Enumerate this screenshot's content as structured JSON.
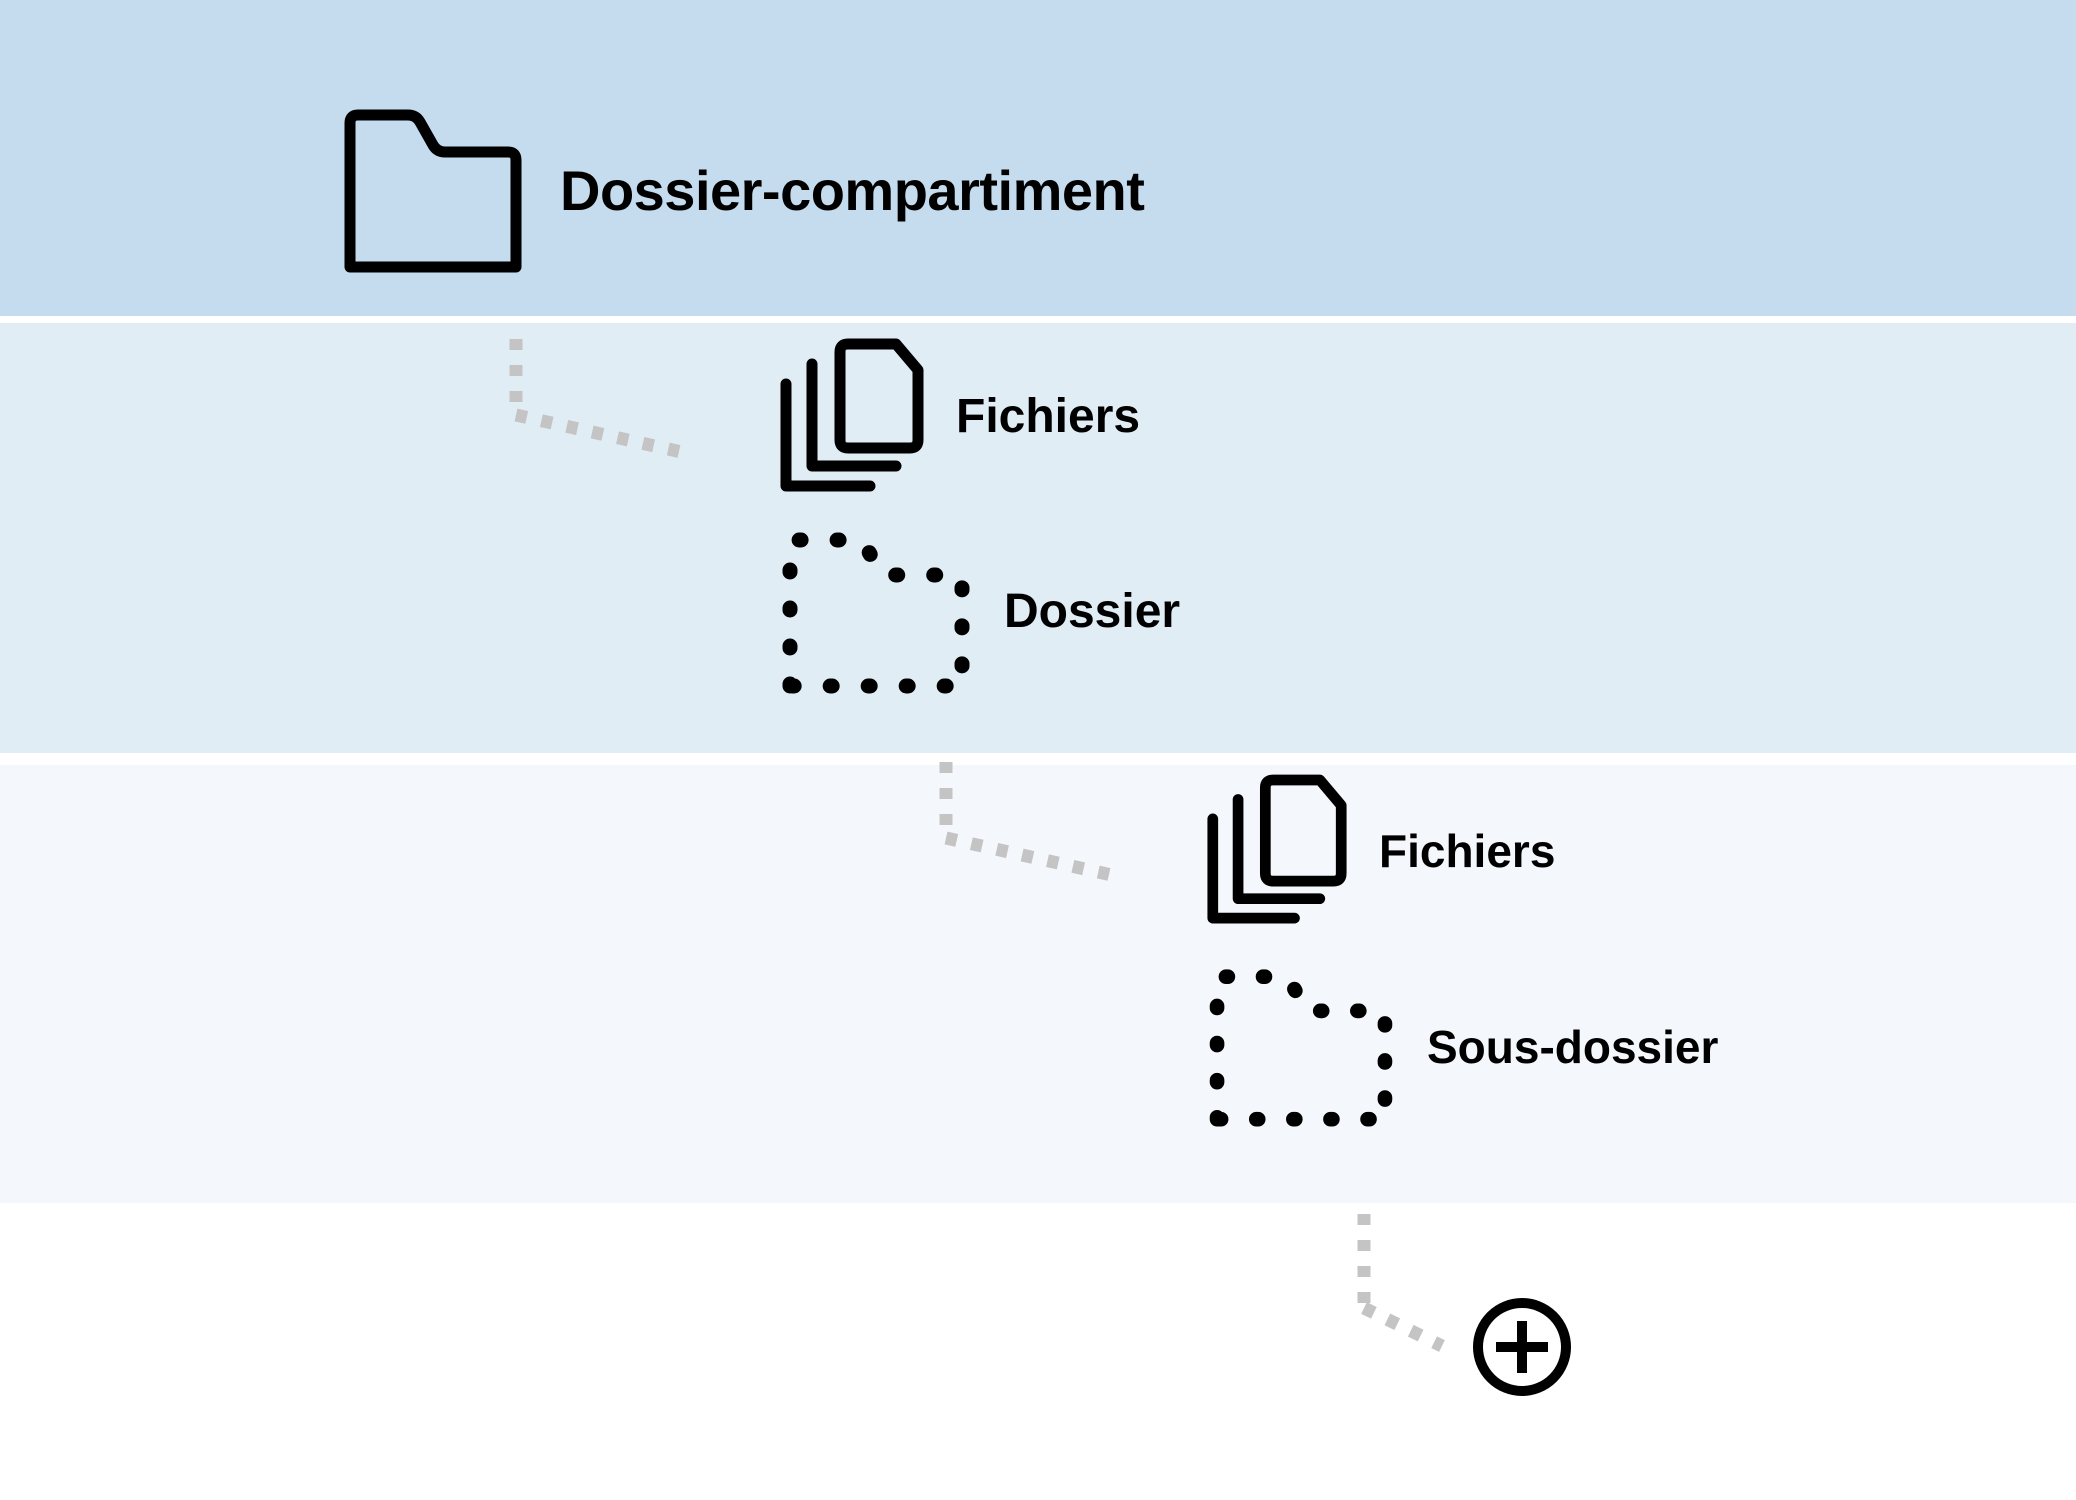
{
  "diagram": {
    "type": "hierarchy-diagram",
    "title": "Dossier-compartiment",
    "levels": [
      {
        "level": 0,
        "band_color": "#c5dbee",
        "nodes": [
          {
            "id": "compartment-folder",
            "label": "Dossier-compartiment",
            "icon": "folder-solid-outline-icon",
            "icon_style": "solid-stroke"
          }
        ]
      },
      {
        "level": 1,
        "band_color": "#e1edf5",
        "nodes": [
          {
            "id": "files-level-1",
            "label": "Fichiers",
            "icon": "documents-stack-icon",
            "icon_style": "solid-stroke"
          },
          {
            "id": "folder-level-1",
            "label": "Dossier",
            "icon": "folder-dashed-icon",
            "icon_style": "dashed-stroke"
          }
        ]
      },
      {
        "level": 2,
        "band_color": "#f4f7fc",
        "nodes": [
          {
            "id": "files-level-2",
            "label": "Fichiers",
            "icon": "documents-stack-icon",
            "icon_style": "solid-stroke"
          },
          {
            "id": "subfolder-level-2",
            "label": "Sous-dossier",
            "icon": "folder-dashed-icon",
            "icon_style": "dashed-stroke"
          }
        ]
      },
      {
        "level": 3,
        "band_color": "#ffffff",
        "nodes": [
          {
            "id": "add-level-3",
            "label": "",
            "icon": "plus-circle-icon",
            "icon_style": "solid-stroke"
          }
        ]
      }
    ],
    "connectors": [
      {
        "id": "level-0-to-1",
        "style": "dotted-arrow",
        "color": "#c4c4c4"
      },
      {
        "id": "level-1-to-2",
        "style": "dotted-arrow",
        "color": "#c4c4c4"
      },
      {
        "id": "level-2-to-3",
        "style": "dotted-arrow",
        "color": "#c4c4c4"
      }
    ],
    "colors": {
      "stroke": "#000000",
      "connector": "#c4c4c4",
      "band_level_0": "#c5dbee",
      "band_level_1": "#e1edf5",
      "band_level_2": "#f4f7fc",
      "background": "#ffffff"
    }
  }
}
